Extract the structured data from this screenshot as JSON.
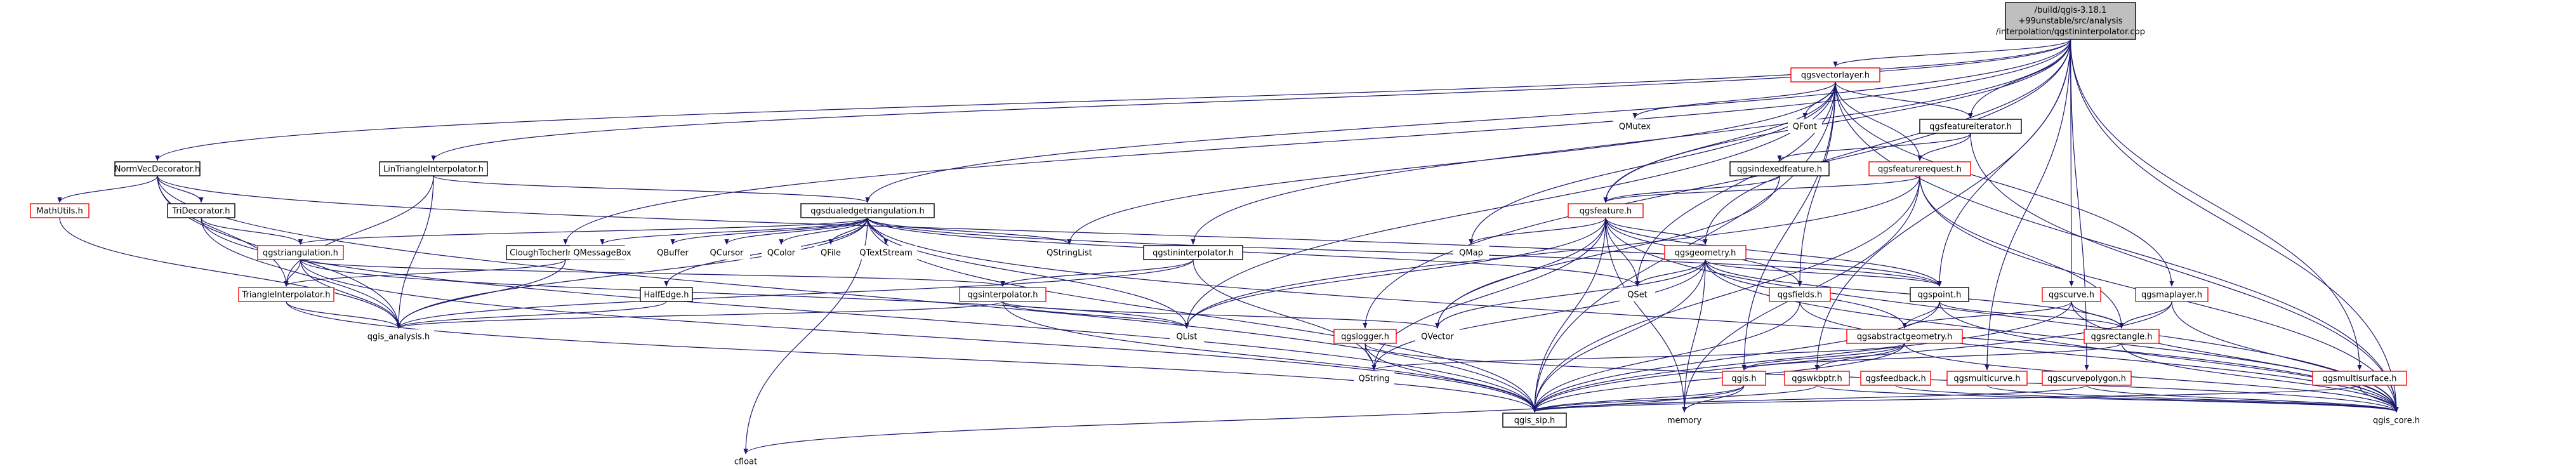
{
  "nodes": {
    "root": "/build/qgis-3.18.1+99unstable/src/analysis/interpolation/qgstininterpolator.cpp",
    "normvecdecorator": "NormVecDecorator.h",
    "mathutils": "MathUtils.h",
    "tridecorator": "TriDecorator.h",
    "lintriangleinterpolator": "LinTriangleInterpolator.h",
    "qgsdualedgetriangulation": "qgsdualedgetriangulation.h",
    "qgstriangulation": "qgstriangulation.h",
    "triangleinterpolator": "TriangleInterpolator.h",
    "qgis_analysis": "qgis_analysis.h",
    "clough": "CloughTocherInterpolator.h",
    "qmessagebox": "QMessageBox",
    "qbuffer": "QBuffer",
    "qcursor": "QCursor",
    "qcolor": "QColor",
    "qfile": "QFile",
    "qtextstream": "QTextStream",
    "qstringlist": "QStringList",
    "halfedge": "HalfEdge.h",
    "cfloat": "cfloat",
    "qgstininterpolator": "qgstininterpolator.h",
    "qgsinterpolator": "qgsinterpolator.h",
    "qlist": "QList",
    "qgslogger": "qgslogger.h",
    "qstring": "QString",
    "qvector": "QVector",
    "qgsvectorlayer": "qgsvectorlayer.h",
    "qmutex": "QMutex",
    "qfont": "QFont",
    "qgsfeatureiterator": "qgsfeatureiterator.h",
    "qgsindexedfeature": "qgsindexedfeature.h",
    "qgsfeaturerequest": "qgsfeaturerequest.h",
    "qgsfeature": "qgsfeature.h",
    "qmap": "QMap",
    "qgsgeometry": "qgsgeometry.h",
    "qset": "QSet",
    "qgsfields": "qgsfields.h",
    "qgspoint": "qgspoint.h",
    "qgscurve": "qgscurve.h",
    "qgsmaplayer": "qgsmaplayer.h",
    "qgsabstractgeometry": "qgsabstractgeometry.h",
    "qgsrectangle": "qgsrectangle.h",
    "qgis": "qgis.h",
    "qgswkbptr": "qgswkbptr.h",
    "qgsfeedback": "qgsfeedback.h",
    "qgsmulticurve": "qgsmulticurve.h",
    "qgscurvepolygon": "qgscurvepolygon.h",
    "qgsmultisurface": "qgsmultisurface.h",
    "qgis_sip": "qgis_sip.h",
    "memory": "memory",
    "qgis_core": "qgis_core.h"
  },
  "styles": {
    "edge_color": "#191970",
    "node_border_black": "#000000",
    "node_border_red": "#ff0000",
    "root_fill": "#bfbfbf"
  }
}
